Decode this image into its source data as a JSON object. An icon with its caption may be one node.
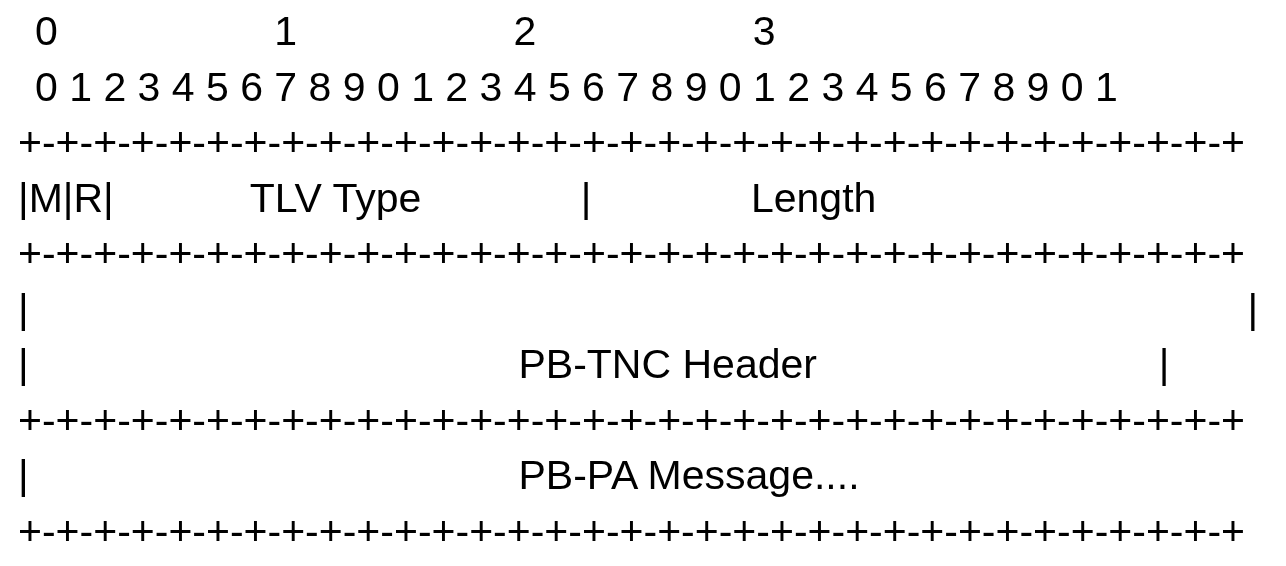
{
  "diagram": {
    "labels": [
      "0                   1                   2                   3",
      "0 1 2 3 4 5 6 7 8 9 0 1 2 3 4 5 6 7 8 9 0 1 2 3 4 5 6 7 8 9 0 1",
      "+-+-+-+-+-+-+-+-+-+-+-+-+-+-+-+-+-+-+-+-+-+-+-+-+-+-+-+-+-+-+-+-+",
      "|M|R|            TLV Type              |              Length",
      "+-+-+-+-+-+-+-+-+-+-+-+-+-+-+-+-+-+-+-+-+-+-+-+-+-+-+-+-+-+-+-+-+",
      "|                                                                                                           |",
      "|                                           PB-TNC Header                              |",
      "+-+-+-+-+-+-+-+-+-+-+-+-+-+-+-+-+-+-+-+-+-+-+-+-+-+-+-+-+-+-+-+-+",
      "|                                           PB-PA Message....",
      "+-+-+-+-+-+-+-+-+-+-+-+-+-+-+-+-+-+-+-+-+-+-+-+-+-+-+-+-+-+-+-+-+"
    ]
  }
}
